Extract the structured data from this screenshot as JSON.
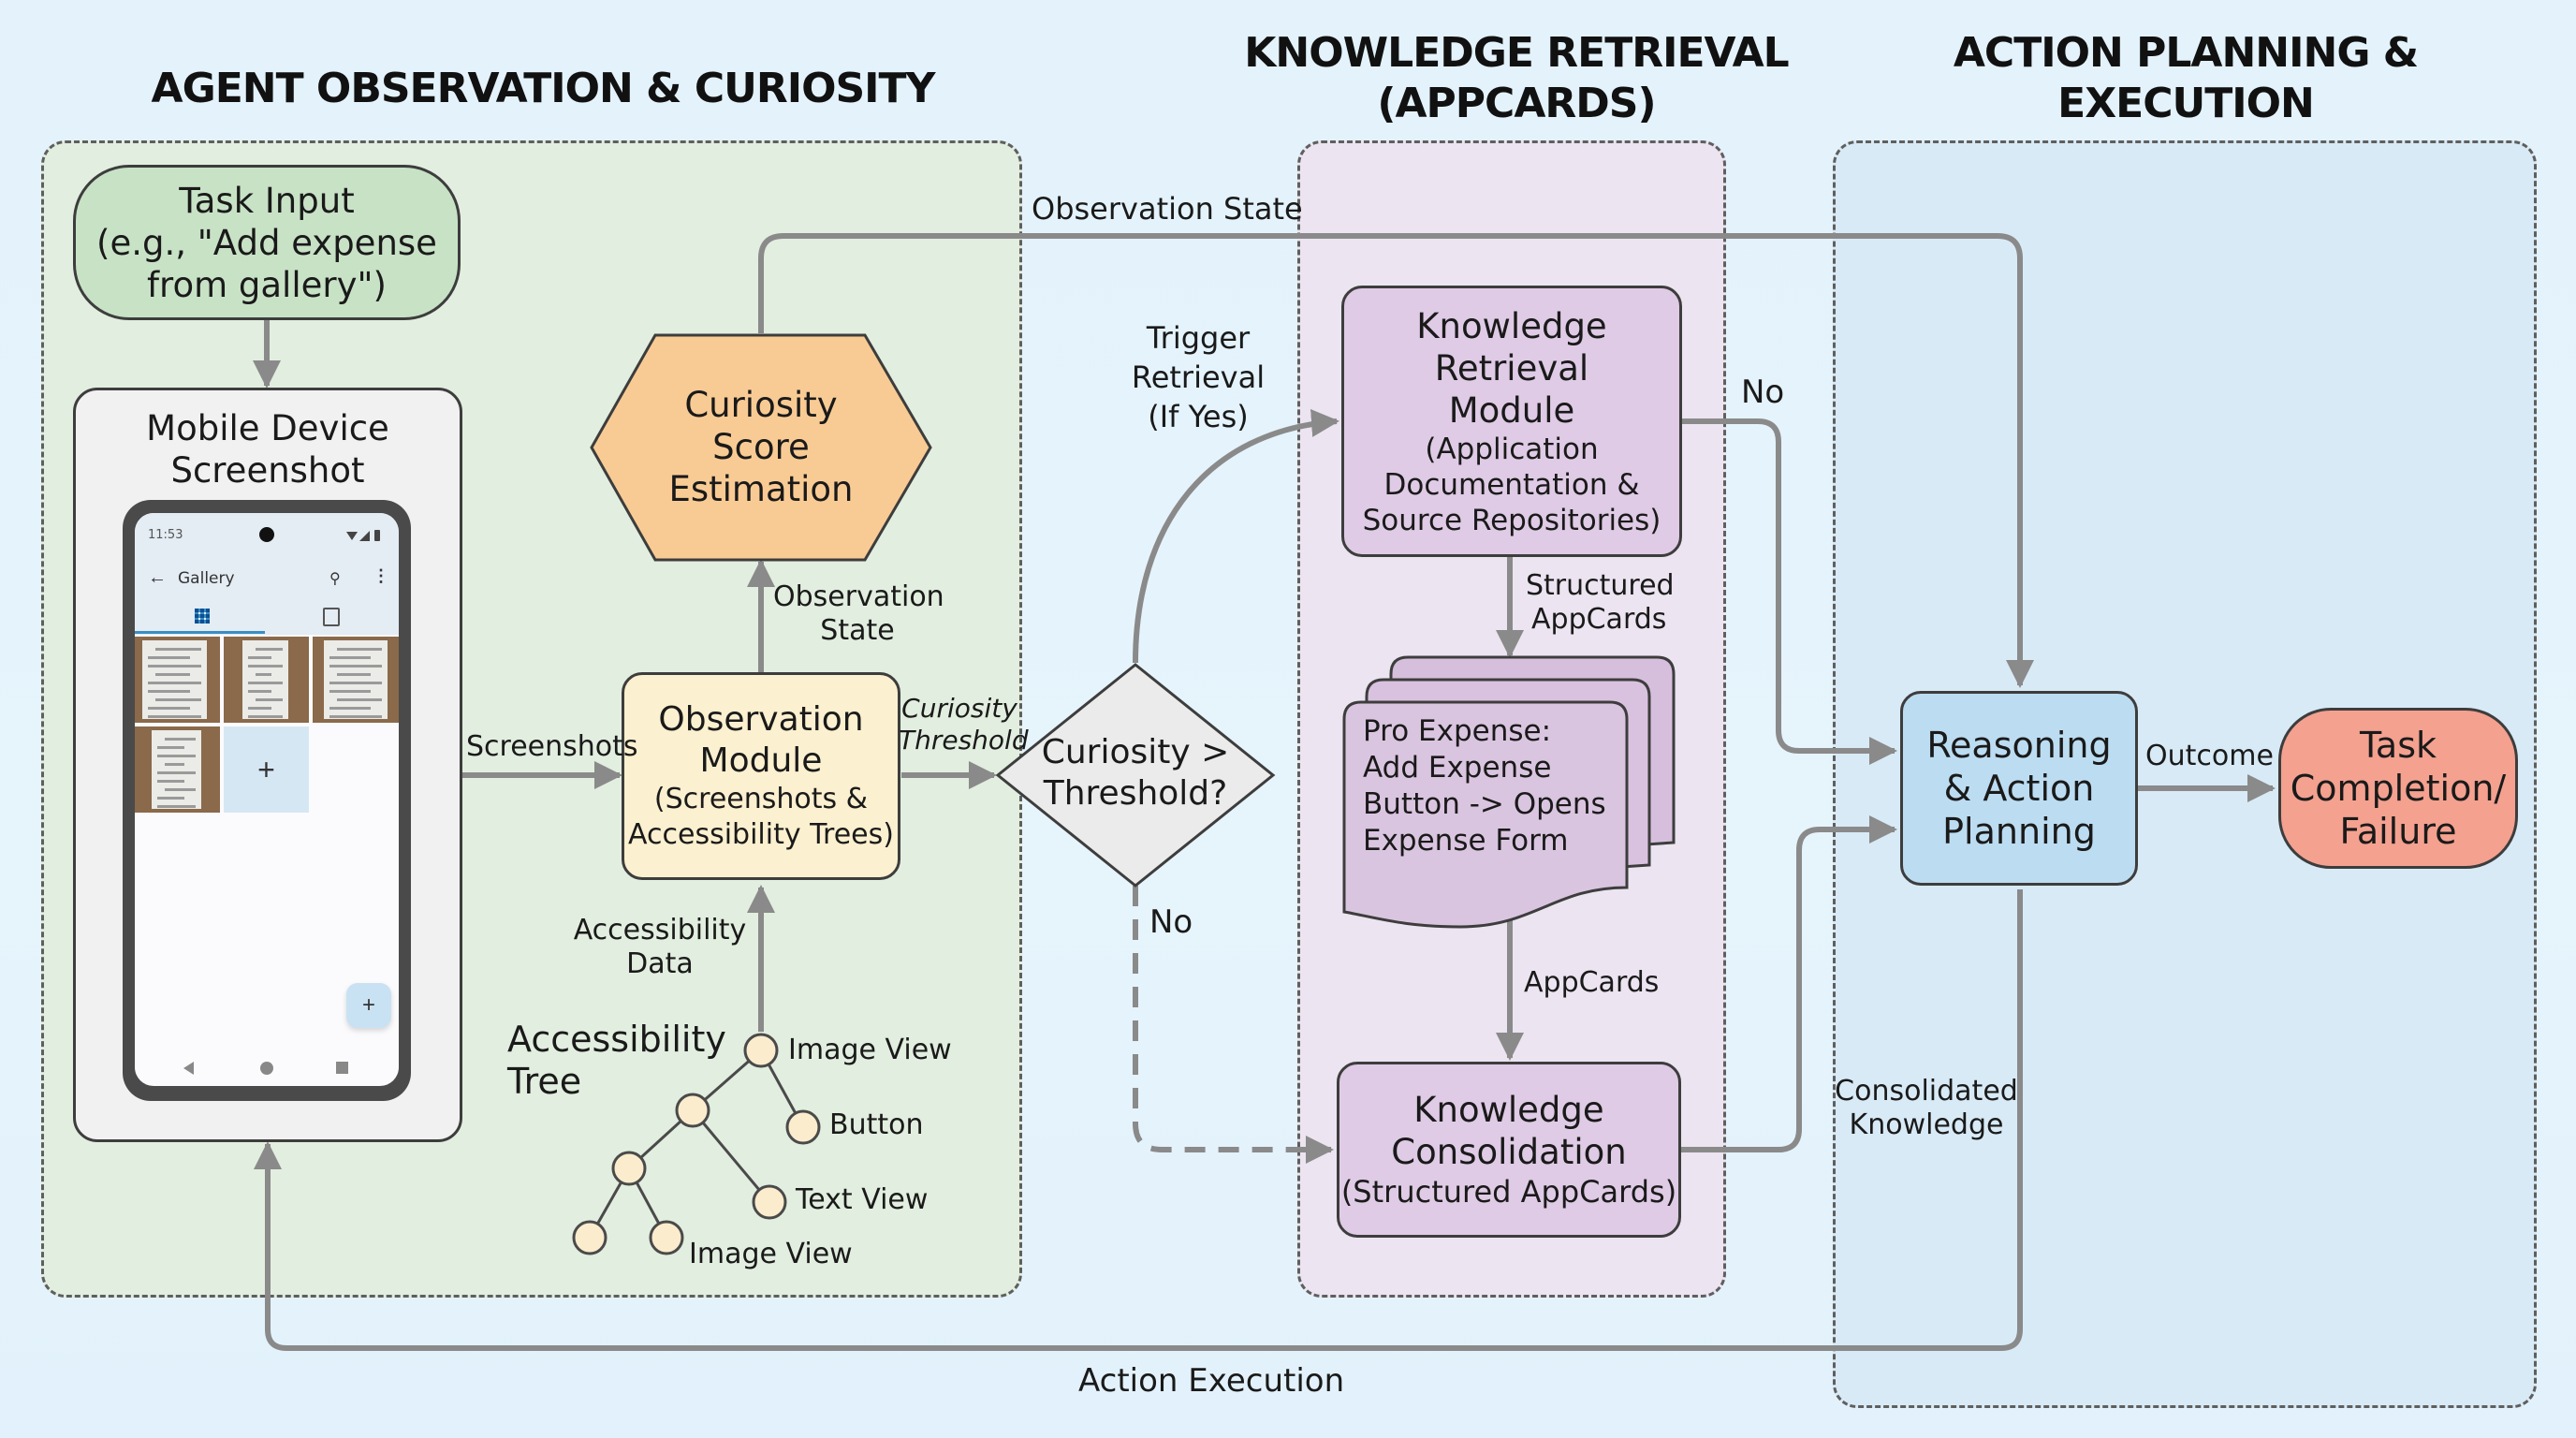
{
  "sections": {
    "observation": "AGENT OBSERVATION & CURIOSITY",
    "knowledge": [
      "KNOWLEDGE RETRIEVAL",
      "(APPCARDS)"
    ],
    "action": [
      "ACTION PLANNING &",
      "EXECUTION"
    ]
  },
  "nodes": {
    "task_input": [
      "Task Input",
      "(e.g., \"Add expense",
      "from gallery\")"
    ],
    "mobile_screenshot": [
      "Mobile Device",
      "Screenshot"
    ],
    "curiosity_score": [
      "Curiosity",
      "Score",
      "Estimation"
    ],
    "observation_module": [
      "Observation",
      "Module",
      "(Screenshots &",
      "Accessibility Trees)"
    ],
    "decision": [
      "Curiosity >",
      "Threshold?"
    ],
    "knowledge_retrieval": [
      "Knowledge",
      "Retrieval",
      "Module",
      "(Application",
      "Documentation &",
      "Source Repositories)"
    ],
    "appcard": [
      "Pro Expense:",
      "Add Expense",
      "Button -> Opens",
      "Expense Form"
    ],
    "knowledge_consolidation": [
      "Knowledge",
      "Consolidation",
      "(Structured AppCards)"
    ],
    "reasoning": [
      "Reasoning",
      "& Action",
      "Planning"
    ],
    "task_completion": [
      "Task",
      "Completion/",
      "Failure"
    ]
  },
  "edges": {
    "observation_state_top": "Observation State",
    "screenshots": "Screenshots",
    "observation_state": [
      "Observation",
      "State"
    ],
    "curiosity_threshold": [
      "Curiosity",
      "Threshold"
    ],
    "trigger_retrieval": [
      "Trigger",
      "Retrieval",
      "(If Yes)"
    ],
    "no_decision": "No",
    "no_retrieval": "No",
    "structured_appcards": [
      "Structured",
      "AppCards"
    ],
    "appcards": "AppCards",
    "accessibility_data": [
      "Accessibility",
      "Data"
    ],
    "consolidated_knowledge": [
      "Consolidated",
      "Knowledge"
    ],
    "outcome": "Outcome",
    "action_execution": "Action Execution"
  },
  "accessibility_tree": {
    "title": [
      "Accessibility",
      "Tree"
    ],
    "labels": [
      "Image View",
      "Button",
      "Text View",
      "Image View"
    ]
  },
  "phone": {
    "time": "11:53",
    "app_title": "Gallery",
    "add_tile": "+",
    "fab": "+",
    "icons": [
      "back-arrow",
      "search",
      "more-vert",
      "grid-tab",
      "contact-tab",
      "wifi",
      "signal",
      "battery",
      "nav-back",
      "nav-home",
      "nav-recents"
    ]
  },
  "colors": {
    "lane_observation": "#e2eedf",
    "lane_knowledge": "#ece4f1",
    "lane_action": "#d8eaf6",
    "task_input": "#c8e2c6",
    "curiosity": "#f9cb94",
    "observation_module": "#fbf0cf",
    "decision": "#ebebeb",
    "knowledge_box": "#dfcbe5",
    "appcard": "#d9c2df",
    "reasoning": "#bcdcf1",
    "task_completion": "#f4a190",
    "arrow": "#8a8a8a",
    "tree_node": "#fbeccd"
  }
}
